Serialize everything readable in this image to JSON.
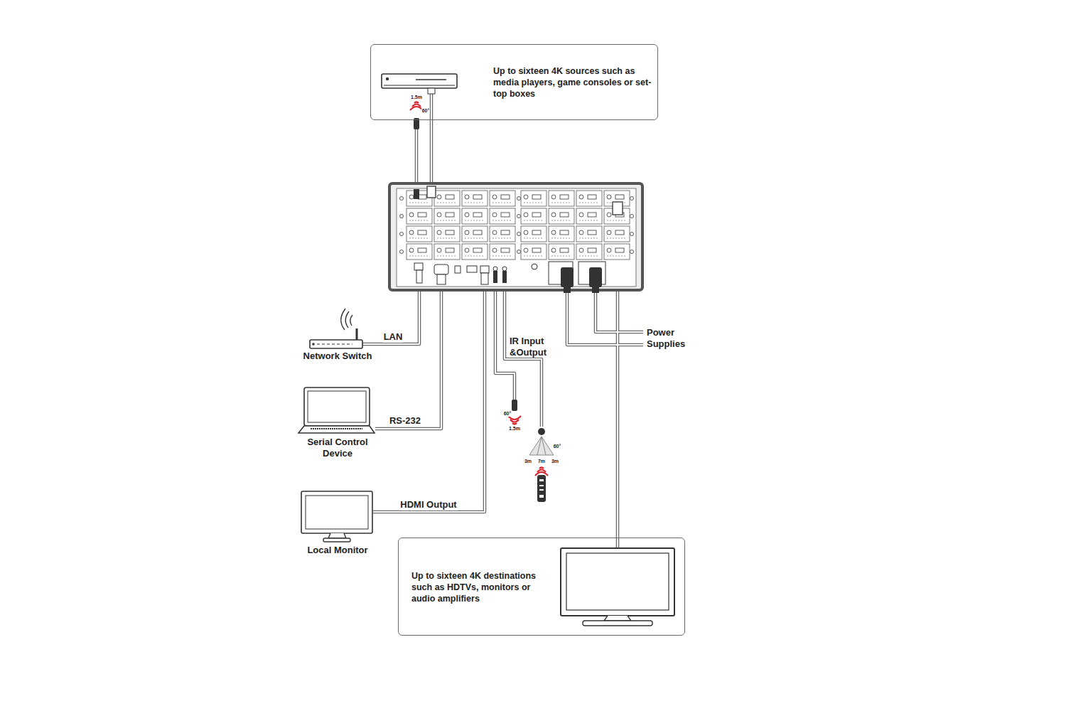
{
  "diagram": {
    "nodes": [
      {
        "text": [
          "Up to sixteen 4K sources such as media players, game consoles or set-top boxes"
        ]
      },
      {
        "text": [
          "Up to sixteen 4K destinations such as HDTVs, monitors or audio amplifiers"
        ]
      }
    ],
    "labels": [
      "1.5m",
      "60°",
      "LAN",
      "Network Switch",
      "RS-232",
      "Serial Control Device",
      "HDMI Output",
      "Local Monitor",
      "IR Input &Output",
      "60°",
      "1.5m",
      "60°",
      "3m",
      "7m",
      "3m",
      "Power Supplies"
    ]
  }
}
